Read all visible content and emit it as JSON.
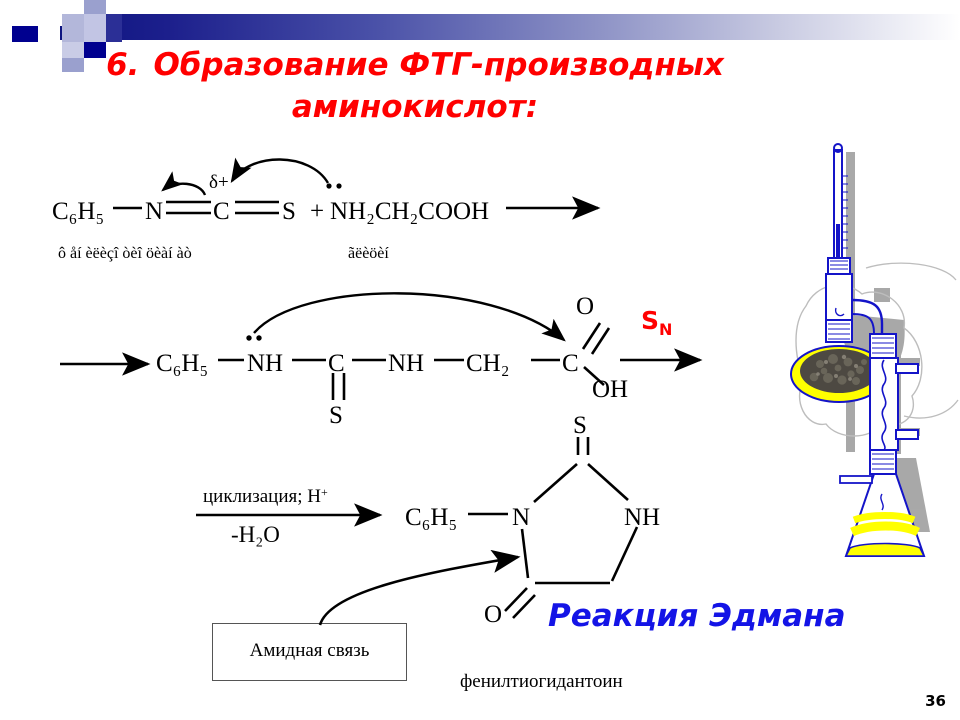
{
  "slide": {
    "page_number": "36",
    "title": {
      "number": "6.",
      "line1": "Образование ФТГ-производных",
      "line2": "аминокислот:"
    },
    "accent_colors": {
      "title_red": "#ff0000",
      "edman_blue": "#1414e6",
      "header_dark_blue": "#0d1480",
      "header_mid_blue": "#4a51a8",
      "header_light_blue": "#a7abd4",
      "glass_blue": "#1414c8",
      "flask_yellow": "#ffff00"
    }
  },
  "reaction_row1": {
    "reagent1": "C₆H₅",
    "n_atom": "N",
    "c_atom": "C",
    "s_atom": "S",
    "plus": "+",
    "reagent2": "NH₂CH₂COOH",
    "delta_label": "δ+",
    "label_reagent1": "ô åí èëèçî òèî öèàí àò",
    "label_reagent2": "ãëèöèí"
  },
  "reaction_row2": {
    "fragment1": "C₆H₅",
    "nh1": "NH",
    "c_thio": "C",
    "s_double": "S",
    "nh2": "NH",
    "ch2": "CH₂",
    "c_carboxyl": "C",
    "o_atom": "O",
    "oh_group": "OH",
    "mechanism_label": "S",
    "mechanism_sub": "N"
  },
  "reaction_row3": {
    "above_arrow": "циклизация; H",
    "above_arrow_sup": "+",
    "below_arrow": "-H₂O",
    "ring_phenyl": "C₆H₅",
    "ring_n": "N",
    "ring_nh": "NH",
    "ring_s": "S",
    "ring_o": "O",
    "product_name": "фенилтиогидантоин"
  },
  "annotations": {
    "amide_box_label": "Амидная связь",
    "reaction_name": "Реакция Эдмана"
  },
  "apparatus": {
    "name": "distillation-apparatus-clipart",
    "parts": [
      "thermometer",
      "round-bottom-flask",
      "heating-mantle",
      "condenser",
      "erlenmeyer-flask"
    ]
  }
}
